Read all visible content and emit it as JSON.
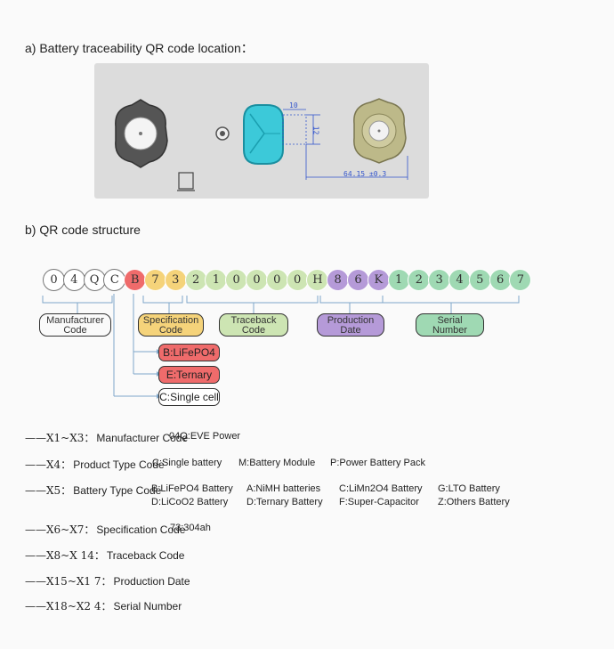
{
  "section_a": {
    "heading": "a)  Battery traceability QR code location：",
    "dims": {
      "width_label": "10",
      "height_label": "12",
      "offset_label": "64.15 ±0.3"
    }
  },
  "section_b": {
    "heading": "b)  QR code structure",
    "characters": [
      {
        "char": "0",
        "group": "manufacturer"
      },
      {
        "char": "4",
        "group": "manufacturer"
      },
      {
        "char": "Q",
        "group": "manufacturer"
      },
      {
        "char": "C",
        "group": "product"
      },
      {
        "char": "B",
        "group": "battery"
      },
      {
        "char": "7",
        "group": "spec"
      },
      {
        "char": "3",
        "group": "spec"
      },
      {
        "char": "2",
        "group": "trace"
      },
      {
        "char": "1",
        "group": "trace"
      },
      {
        "char": "0",
        "group": "trace"
      },
      {
        "char": "0",
        "group": "trace"
      },
      {
        "char": "0",
        "group": "trace"
      },
      {
        "char": "0",
        "group": "trace"
      },
      {
        "char": "H",
        "group": "trace"
      },
      {
        "char": "8",
        "group": "date"
      },
      {
        "char": "6",
        "group": "date"
      },
      {
        "char": "K",
        "group": "date"
      },
      {
        "char": "1",
        "group": "serial"
      },
      {
        "char": "2",
        "group": "serial"
      },
      {
        "char": "3",
        "group": "serial"
      },
      {
        "char": "4",
        "group": "serial"
      },
      {
        "char": "5",
        "group": "serial"
      },
      {
        "char": "6",
        "group": "serial"
      },
      {
        "char": "7",
        "group": "serial"
      }
    ],
    "group_colors": {
      "manufacturer": "#ffffff",
      "product": "#ffffff",
      "battery": "#ef6b6b",
      "spec": "#f5d37a",
      "trace": "#cde5b3",
      "date": "#b59ad8",
      "serial": "#9fd9b3"
    },
    "groups": {
      "manufacturer": {
        "line1": "Manufacturer",
        "line2": "Code",
        "color": "#ffffff"
      },
      "spec": {
        "line1": "Specification",
        "line2": "Code",
        "color": "#f5d37a"
      },
      "trace": {
        "line1": "Traceback",
        "line2": "Code",
        "color": "#cde5b3"
      },
      "date": {
        "line1": "Production",
        "line2": "Date",
        "color": "#b59ad8"
      },
      "serial": {
        "line1": "Serial",
        "line2": "Number",
        "color": "#9fd9b3"
      }
    },
    "tags": {
      "lifepo4": {
        "label": "B:LiFePO4",
        "color": "#ef6b6b"
      },
      "ternary": {
        "label": "E:Ternary",
        "color": "#ef6b6b"
      },
      "single": {
        "label": "C:Single cell",
        "color": "#ffffff"
      }
    }
  },
  "definitions": {
    "prefix": "——",
    "rows": [
      {
        "range": "X1~X3：",
        "label": "Manufacturer Code",
        "values": [
          "04Q:EVE Power"
        ]
      },
      {
        "range": "X4：",
        "label": "Product Type Code",
        "values": [
          "C:Single battery",
          "M:Battery Module",
          "P:Power Battery Pack"
        ]
      },
      {
        "range": "X5：",
        "label": "Battery Type Code",
        "values": [
          "B:LiFePO4 Battery",
          "A:NiMH batteries",
          "C:LiMn2O4 Battery",
          "G:LTO Battery"
        ],
        "values2": [
          "D:LiCoO2 Battery",
          "D:Ternary Battery",
          "F:Super-Capacitor",
          "Z:Others Battery"
        ]
      },
      {
        "range": "X6~X7：",
        "label": "Specification Code",
        "values": [
          "73:304ah"
        ]
      },
      {
        "range": "X8~X 14：",
        "label": "Traceback Code",
        "values": []
      },
      {
        "range": "X15~X1 7：",
        "label": "Production Date",
        "values": []
      },
      {
        "range": "X18~X2 4：",
        "label": "Serial Number",
        "values": []
      }
    ]
  }
}
